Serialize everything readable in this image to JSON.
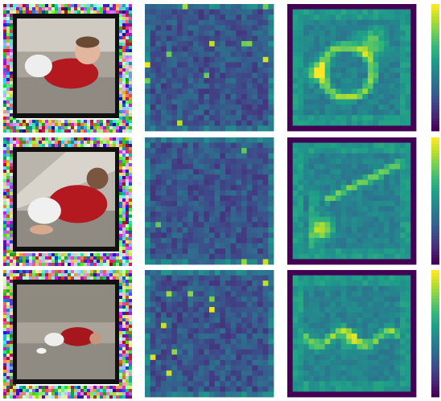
{
  "figure": {
    "rows": [
      {
        "scene": "crawling-front",
        "saliency_hotspots": "scattered-low",
        "attention_hotspots": "curved-arc-upper-left"
      },
      {
        "scene": "crawling-side",
        "saliency_hotspots": "scattered-low",
        "attention_hotspots": "diagonal-band-and-bottom-left"
      },
      {
        "scene": "crawling-far",
        "saliency_hotspots": "scattered-low",
        "attention_hotspots": "center-horizontal-band"
      }
    ],
    "colormap": "viridis",
    "colors": {
      "noise_border": "multicolor",
      "frame_border": "#111111",
      "viridis_low": "#440154",
      "viridis_mid": "#21918c",
      "viridis_high": "#fde725"
    },
    "colorbar_visible": true
  }
}
